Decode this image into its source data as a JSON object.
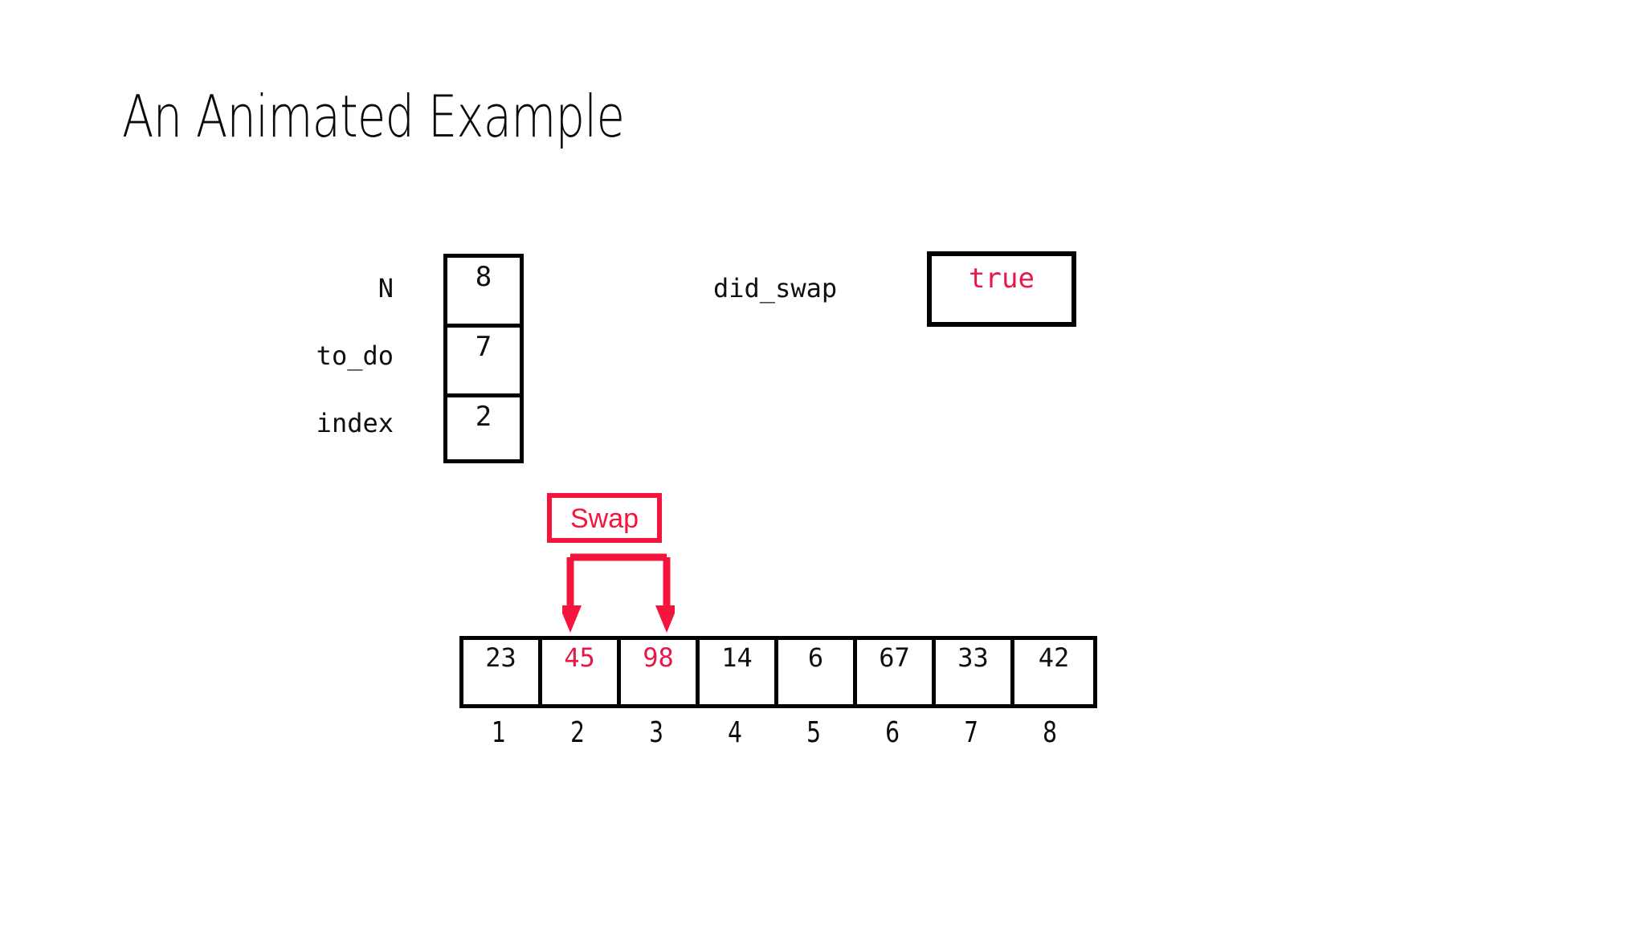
{
  "slide": {
    "title": "An Animated Example",
    "background_color": "#FFFFFF",
    "text_color": "#101010",
    "accent_red": "#E8174A",
    "bright_red": "#F5143C"
  },
  "variables": {
    "items": [
      {
        "label": "N",
        "value": "8"
      },
      {
        "label": "to_do",
        "value": "7"
      },
      {
        "label": "index",
        "value": "2"
      }
    ]
  },
  "did_swap": {
    "label": "did_swap",
    "value": "true",
    "value_color": "#E8174A"
  },
  "swap_callout": {
    "label": "Swap",
    "color": "#F5143C",
    "from_index": 2,
    "to_index": 3
  },
  "array": {
    "cells": [
      {
        "value": "23",
        "highlighted": false
      },
      {
        "value": "45",
        "highlighted": true
      },
      {
        "value": "98",
        "highlighted": true
      },
      {
        "value": "14",
        "highlighted": false
      },
      {
        "value": "6",
        "highlighted": false
      },
      {
        "value": "67",
        "highlighted": false
      },
      {
        "value": "33",
        "highlighted": false
      },
      {
        "value": "42",
        "highlighted": false
      }
    ],
    "indices": [
      "1",
      "2",
      "3",
      "4",
      "5",
      "6",
      "7",
      "8"
    ],
    "highlight_color": "#E8174A"
  }
}
